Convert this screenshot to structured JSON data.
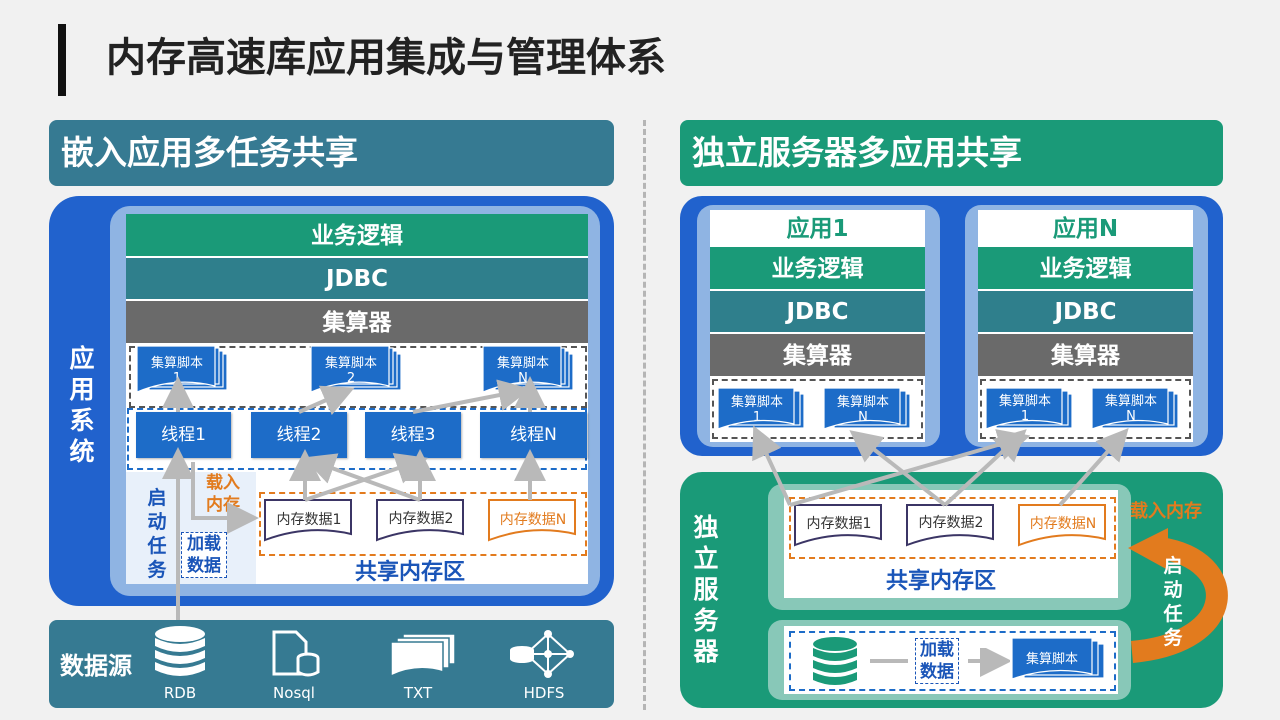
{
  "page_title": "内存高速库应用集成与管理体系",
  "left": {
    "header": "嵌入应用多任务共享",
    "side_label": "应用系统",
    "layers": {
      "business": "业务逻辑",
      "jdbc": "JDBC",
      "calc": "集算器"
    },
    "scripts": [
      "集算脚本\n1",
      "集算脚本\n2",
      "集算脚本\nN"
    ],
    "threads": [
      "线程1",
      "线程2",
      "线程3",
      "线程N"
    ],
    "start_task": "启动任务",
    "load_data": "加载数据",
    "load_memory": "载入内存",
    "mem_data": [
      "内存数据1",
      "内存数据2",
      "内存数据N"
    ],
    "shared_area": "共享内存区",
    "datasource": {
      "label": "数据源",
      "items": [
        "RDB",
        "Nosql",
        "TXT",
        "HDFS"
      ]
    }
  },
  "right": {
    "header": "独立服务器多应用共享",
    "apps": [
      {
        "name": "应用1",
        "business": "业务逻辑",
        "jdbc": "JDBC",
        "calc": "集算器",
        "scripts": [
          "集算脚本\n1",
          "集算脚本\nN"
        ]
      },
      {
        "name": "应用N",
        "business": "业务逻辑",
        "jdbc": "JDBC",
        "calc": "集算器",
        "scripts": [
          "集算脚本\n1",
          "集算脚本\nN"
        ]
      }
    ],
    "server_label": "独立服务器",
    "mem_data": [
      "内存数据1",
      "内存数据2",
      "内存数据N"
    ],
    "shared_area": "共享内存区",
    "load_memory": "载入内存",
    "start_task": "启动任务",
    "load_data": "加载数据",
    "script": "集算脚本"
  },
  "colors": {
    "teal": "#2f7f8c",
    "green": "#1a9a78",
    "gray": "#6a6a6a",
    "blue": "#2060cf",
    "thread_blue": "#1d6cc8",
    "orange": "#e27b1e"
  }
}
